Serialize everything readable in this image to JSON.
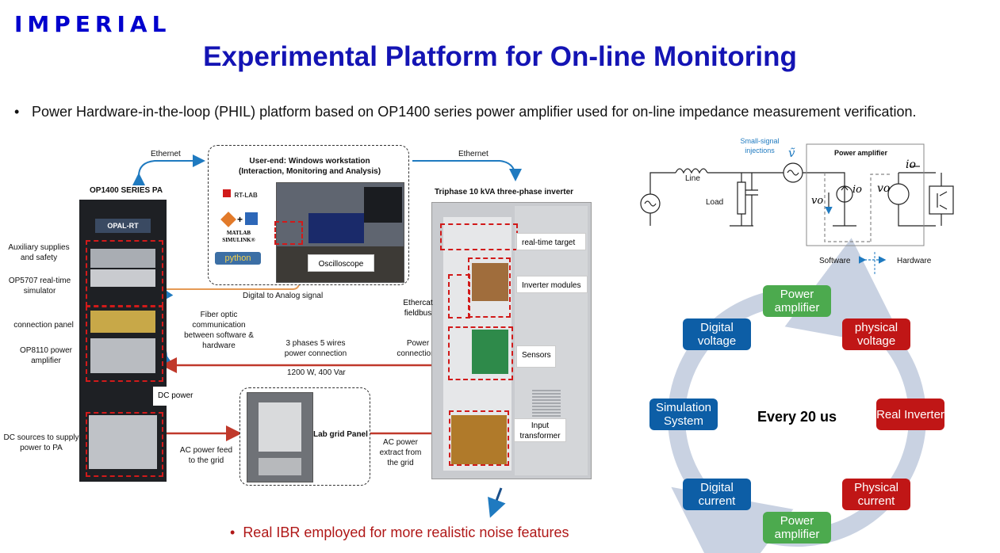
{
  "header": {
    "logo": "IMPERIAL",
    "title": "Experimental Platform for On-line Monitoring",
    "bullet": "Power Hardware-in-the-loop (PHIL) platform based on OP1400 series power amplifier used for on-line impedance measurement verification."
  },
  "left": {
    "pa_title": "OP1400 SERIES PA",
    "pa_brand": "OPAL-RT",
    "aux_label": "Auxiliary supplies and safety",
    "op5707_label": "OP5707 real-time simulator",
    "connection_panel_label": "connection panel",
    "op8110_label": "OP8110 power amplifier",
    "dc_sources_label": "DC sources to supply power to PA",
    "ethernet_left": "Ethernet",
    "ethernet_right": "Ethernet",
    "workstation_title": "User-end: Windows workstation (Interaction, Monitoring and Analysis)",
    "rtlab": "RT-LAB",
    "matlab": "MATLAB SIMULINK®",
    "python": "python",
    "oscilloscope": "Oscilloscope",
    "digital_to_analog": "Digital to Analog signal",
    "fiber_optic": "Fiber optic communication between software & hardware",
    "three_phases": "3 phases 5 wires power connection",
    "power_rating": "1200 W, 400 Var",
    "power_connections": "Power connections",
    "dc_power": "DC power",
    "ac_power_feed": "AC power feed to the grid",
    "lab_grid_panel": "Lab grid Panel",
    "ac_power_extract": "AC power extract from the grid",
    "inverter_title": "Triphase 10 kVA three-phase inverter",
    "realtime_target": "real-time target",
    "inverter_modules": "Inverter modules",
    "ethercat": "Ethercat fieldbus",
    "sensors": "Sensors",
    "input_transformer": "Input transformer",
    "ibr_note": "Real IBR employed for more realistic noise features"
  },
  "circuit": {
    "small_signal": "Small-signal injections",
    "v_tilde": "ṽ",
    "line": "Line",
    "load": "Load",
    "power_amplifier": "Power amplifier",
    "io_top": "io",
    "io_mid": "io",
    "vo_left": "vo",
    "vo_right": "vo",
    "software": "Software",
    "hardware": "Hardware"
  },
  "cycle": {
    "center": "Every 20 us",
    "top": "Power amplifier",
    "top_right": "physical voltage",
    "right": "Real Inverter",
    "bottom_right": "Physical current",
    "bottom": "Power amplifier",
    "bottom_left": "Digital current",
    "left": "Simulation System",
    "top_left": "Digital voltage"
  },
  "colors": {
    "title_blue": "#1414b4",
    "green": "#4caa4e",
    "blue": "#0d5ea6",
    "red": "#c01616",
    "arrow_blue": "#1f7ac0",
    "arrow_red": "#c0392b",
    "ring": "#c9d2e2"
  }
}
